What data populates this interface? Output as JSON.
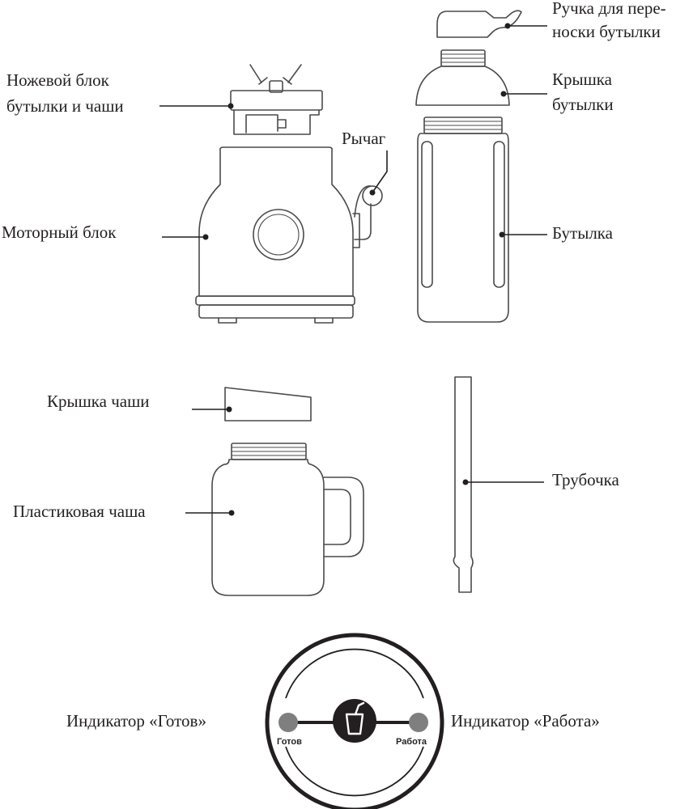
{
  "labels": {
    "handle_line1": "Ручка для пере-",
    "handle_line2": "носки бутылки",
    "blade_line1": "Ножевой блок",
    "blade_line2": "бутылки и чаши",
    "bottle_cap_line1": "Крышка",
    "bottle_cap_line2": "бутылки",
    "lever": "Рычаг",
    "motor": "Моторный блок",
    "bottle": "Бутылка",
    "cup_lid": "Крышка чаши",
    "straw": "Трубочка",
    "cup": "Пластиковая чаша",
    "ready_indicator": "Индикатор «Готов»",
    "work_indicator": "Индикатор «Работа»"
  },
  "panel": {
    "ready_small": "Готов",
    "work_small": "Работа"
  },
  "icons": {
    "panel_center": "drink-cup-icon"
  },
  "colors": {
    "ink": "#231f20",
    "outline": "#4a4a4a",
    "indicator": "#7f7f7f"
  }
}
